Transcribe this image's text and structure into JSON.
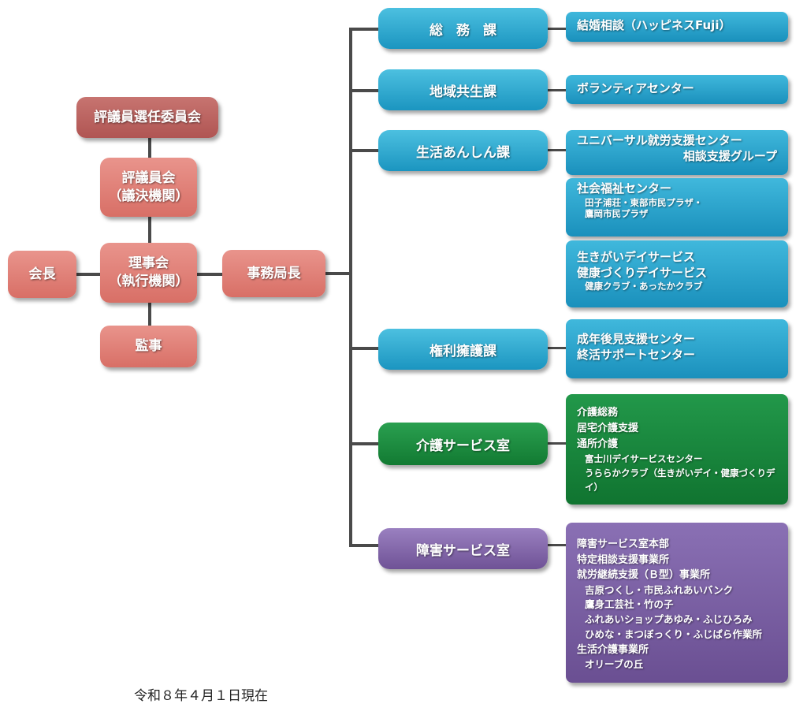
{
  "governance": {
    "selection_committee": "評議員選任委員会",
    "councillors": [
      "評議員会",
      "（議決機関）"
    ],
    "board": [
      "理事会",
      "（執行機関）"
    ],
    "chairman": "会長",
    "auditor": "監事",
    "secretary_general": "事務局長"
  },
  "departments": [
    {
      "name": "総　務　課",
      "units": [
        {
          "main": "結婚相談（ハッピネスFuji）"
        }
      ]
    },
    {
      "name": "地域共生課",
      "units": [
        {
          "main": "ボランティアセンター"
        }
      ]
    },
    {
      "name": "生活あんしん課",
      "units": [
        {
          "main": "ユニバーサル就労支援センター",
          "main2": "相談支援グループ"
        },
        {
          "main": "社会福祉センター",
          "subs": [
            "田子浦荘・東部市民プラザ・",
            "鷹岡市民プラザ"
          ]
        },
        {
          "main": "生きがいデイサービス",
          "main2": "健康づくりデイサービス",
          "subs": [
            "健康クラブ・あったかクラブ"
          ]
        }
      ]
    },
    {
      "name": "権利擁護課",
      "units": [
        {
          "main": "成年後見支援センター",
          "main2": "終活サポートセンター"
        }
      ]
    },
    {
      "name": "介護サービス室",
      "lines": [
        "介護総務",
        "居宅介護支援",
        "通所介護"
      ],
      "subs": [
        "富士川デイサービスセンター",
        "うららかクラブ（生きがいデイ・健康づくりデイ）"
      ]
    },
    {
      "name": "障害サービス室",
      "lines": [
        "障害サービス室本部",
        "特定相談支援事業所",
        "就労継続支援（Ｂ型）事業所"
      ],
      "subs": [
        "吉原つくし・市民ふれあいバンク",
        "鷹身工芸社・竹の子",
        "ふれあいショップあゆみ・ふじひろみ",
        "ひめな・まつぼっくり・ふじばら作業所"
      ],
      "lines2": [
        "生活介護事業所"
      ],
      "subs2": [
        "オリーブの丘"
      ]
    }
  ],
  "footer": "令和８年４月１日現在"
}
